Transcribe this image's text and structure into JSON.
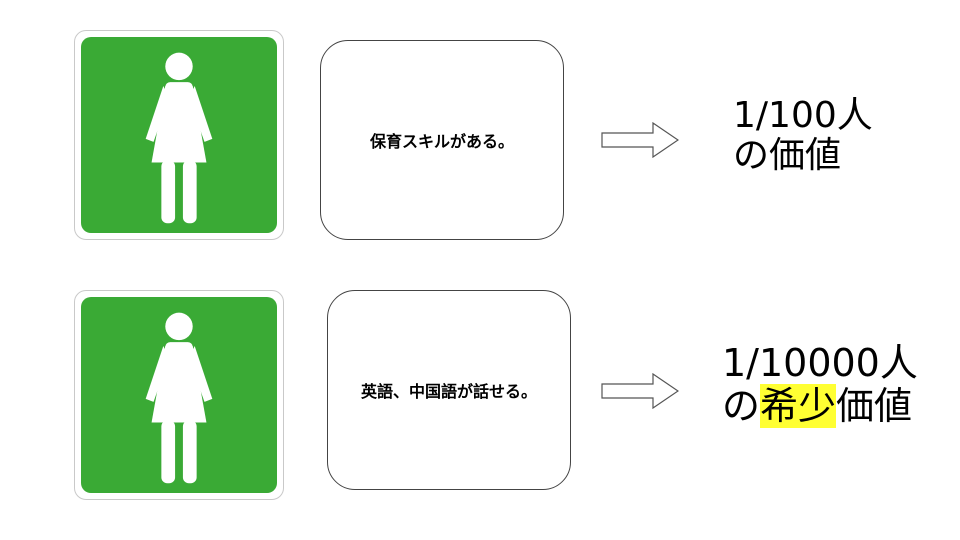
{
  "colors": {
    "sign_green": "#3aaa35",
    "figure": "#ffffff",
    "highlight": "#ffff33"
  },
  "rows": [
    {
      "icon": "woman-restroom-sign-icon",
      "skill": "保育スキルがある。",
      "value_line1": "1/100人",
      "value_line2_pre": "",
      "value_line2_highlight": "",
      "value_line2_post": "の価値"
    },
    {
      "icon": "woman-restroom-sign-icon",
      "skill": "英語、中国語が話せる。",
      "value_line1": "1/10000人",
      "value_line2_pre": "の",
      "value_line2_highlight": "希少",
      "value_line2_post": "価値"
    }
  ]
}
